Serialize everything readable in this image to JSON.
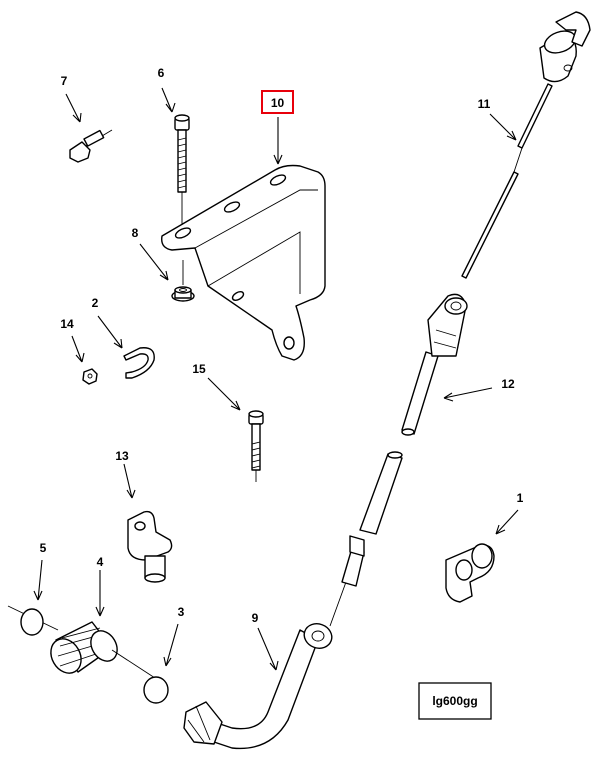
{
  "callouts": [
    {
      "id": "1",
      "label": "1"
    },
    {
      "id": "2",
      "label": "2"
    },
    {
      "id": "3",
      "label": "3"
    },
    {
      "id": "4",
      "label": "4"
    },
    {
      "id": "5",
      "label": "5"
    },
    {
      "id": "6",
      "label": "6"
    },
    {
      "id": "7",
      "label": "7"
    },
    {
      "id": "8",
      "label": "8"
    },
    {
      "id": "9",
      "label": "9"
    },
    {
      "id": "10",
      "label": "10"
    },
    {
      "id": "11",
      "label": "11"
    },
    {
      "id": "12",
      "label": "12"
    },
    {
      "id": "13",
      "label": "13"
    },
    {
      "id": "14",
      "label": "14"
    },
    {
      "id": "15",
      "label": "15"
    }
  ],
  "highlighted_callout": "10",
  "highlight_color": "#e8000b",
  "image_code": "lg600gg"
}
